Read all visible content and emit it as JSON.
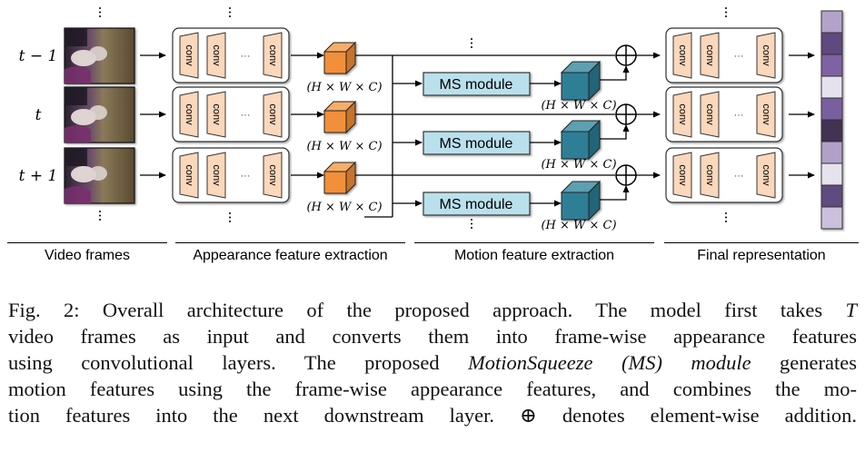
{
  "figure": {
    "time_labels": [
      "t − 1",
      "t",
      "t + 1"
    ],
    "conv_label": "conv",
    "ellipsis_h": "···",
    "ellipsis_v": "⋮",
    "feature_shape_label": "(H × W × C)",
    "ms_module_label": "MS module",
    "addition_symbol": "⊕",
    "rows": [
      {
        "time": "t − 1"
      },
      {
        "time": "t"
      },
      {
        "time": "t + 1"
      }
    ],
    "final_representation_cells": [
      "#b3a3cb",
      "#5e4a7e",
      "#7e62a3",
      "#e6e1ef",
      "#7a5ea0",
      "#423353",
      "#b1a1c9",
      "#e7e2ef",
      "#5f4b7f",
      "#cbc1dd"
    ],
    "colors": {
      "conv_fill": "#fbd7bb",
      "appearance_cube": "#f28f3b",
      "motion_cube": "#2e7f96",
      "ms_module_fill": "#b9e0ec"
    }
  },
  "sections": [
    {
      "label": "Video frames"
    },
    {
      "label": "Appearance feature extraction"
    },
    {
      "label": "Motion feature extraction"
    },
    {
      "label": "Final representation"
    }
  ],
  "caption": {
    "lines": [
      [
        "Fig. 2: Overall architecture of the proposed approach. The model first takes ",
        "T",
        ""
      ],
      [
        "video frames as input and converts them into frame-wise appearance features",
        "",
        ""
      ],
      [
        "using convolutional layers. The proposed ",
        "MotionSqueeze (MS) module",
        " generates"
      ],
      [
        "motion features using the frame-wise appearance features, and combines the mo-",
        "",
        ""
      ],
      [
        "tion features into the next downstream layer. ⊕ denotes element-wise addition.",
        "",
        ""
      ]
    ]
  }
}
